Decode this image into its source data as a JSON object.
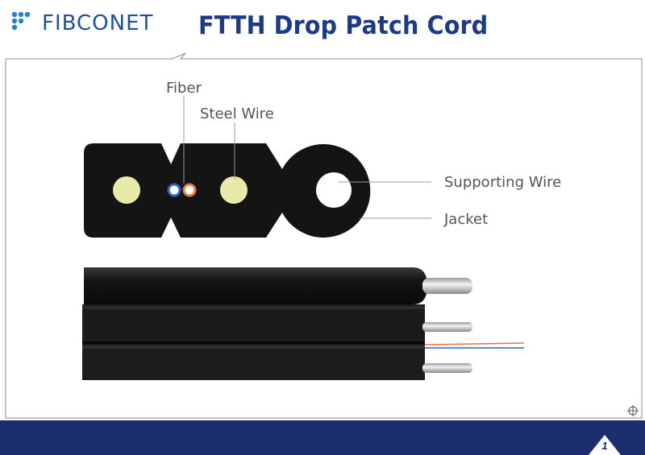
{
  "header": {
    "logo_text": "FIBCONET",
    "title": "FTTH Drop Patch Cord"
  },
  "diagram": {
    "labels": {
      "fiber": "Fiber",
      "steel_wire": "Steel Wire",
      "supporting_wire": "Supporting Wire",
      "jacket": "Jacket"
    }
  },
  "footer": {
    "page_number": "1"
  },
  "colors": {
    "brand_blue": "#1f4fa0",
    "title_navy": "#1d3a8a",
    "footer_navy": "#1d2e6e",
    "steel_wire_yellow": "#e9e9a8",
    "fiber_blue": "#2f62c9",
    "fiber_orange": "#e8743a"
  },
  "icons": [
    "logo-dots-icon",
    "crosshair-icon",
    "page-badge-icon"
  ]
}
